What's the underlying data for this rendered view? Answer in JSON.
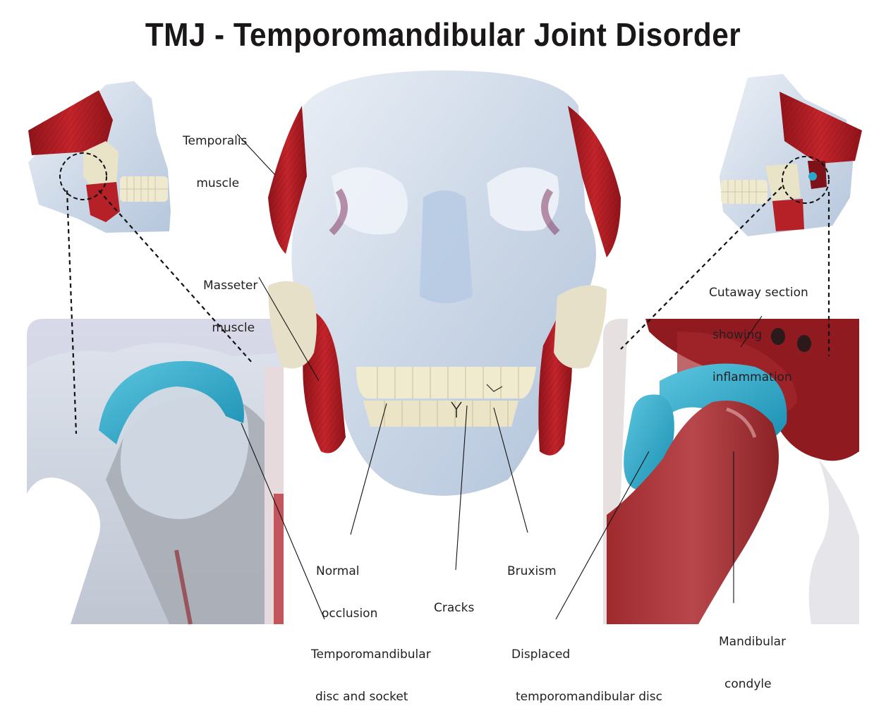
{
  "title": "TMJ - Temporomandibular Joint Disorder",
  "labels": {
    "temporalis": {
      "line1": "Temporalis",
      "line2": "muscle"
    },
    "masseter": {
      "line1": "Masseter",
      "line2": "muscle"
    },
    "cutaway": {
      "line1": "Cutaway section",
      "line2": "showing",
      "line3": "inflammation"
    },
    "normal_occlusion": {
      "line1": "Normal",
      "line2": "occlusion"
    },
    "cracks": {
      "line1": "Cracks"
    },
    "bruxism": {
      "line1": "Bruxism"
    },
    "tmj_disc_socket": {
      "line1": "Temporomandibular",
      "line2": "disc and socket"
    },
    "displaced_disc": {
      "line1": "Displaced",
      "line2": "temporomandibular disc"
    },
    "mandibular_condyle": {
      "line1": "Mandibular",
      "line2": "condyle"
    }
  },
  "panels": {
    "left_lateral_skull": "Lateral view of skull, normal joint (circled)",
    "right_lateral_skull": "Lateral view of skull, disordered joint (circled)",
    "front_skull": "Frontal view of transparent skull with muscles",
    "left_closeup": "Close-up of normal temporomandibular disc and socket",
    "right_closeup": "Close-up of displaced disc with inflammation"
  },
  "colors": {
    "muscle_red": "#b01e24",
    "disc_blue": "#2aa7c9",
    "bone_clear": "#c9d6e6",
    "teeth": "#efe9cf",
    "inflamed": "#8e1a1f",
    "text": "#231f20"
  }
}
